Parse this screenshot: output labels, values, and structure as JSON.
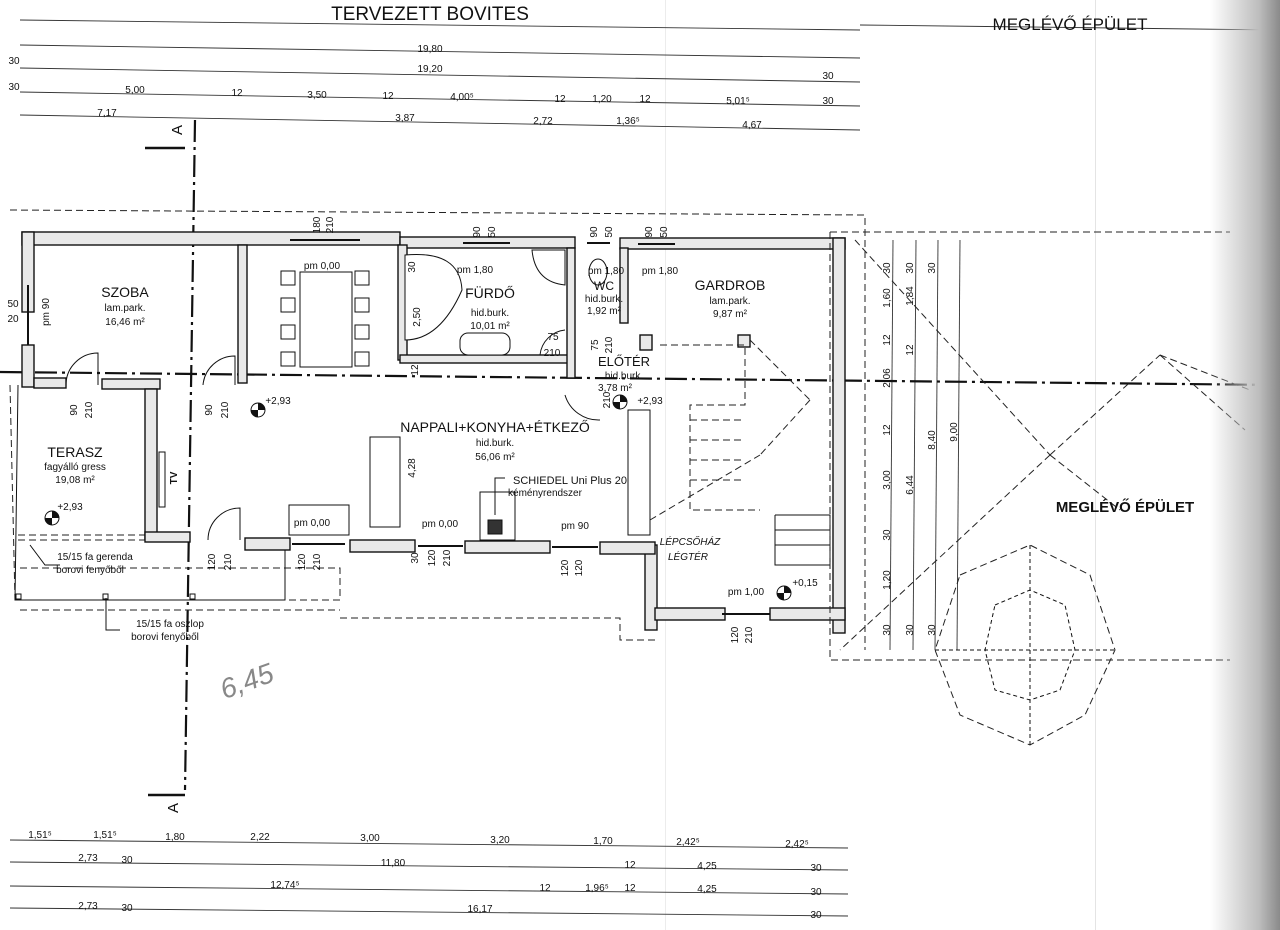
{
  "titles": {
    "planned_extension": "TERVEZETT BOVITES",
    "existing_building_top": "MEGLÉVŐ ÉPÜLET",
    "existing_building_right": "MEGLÉVŐ ÉPÜLET",
    "section_mark_top": "A",
    "section_mark_bottom": "A",
    "handwritten_note": "6,45"
  },
  "rooms": {
    "szoba": {
      "name": "SZOBA",
      "floor": "lam.park.",
      "area": "16,46 m²"
    },
    "furdo": {
      "name": "FÜRDŐ",
      "floor": "hid.burk.",
      "area": "10,01 m²"
    },
    "wc": {
      "name": "WC",
      "floor": "hid.burk.",
      "area": "1,92 m²"
    },
    "gardrob": {
      "name": "GARDROB",
      "floor": "lam.park.",
      "area": "9,87 m²"
    },
    "eloter": {
      "name": "ELŐTÉR",
      "floor": "hid.burk.",
      "area": "3,78 m²"
    },
    "nappali": {
      "name": "NAPPALI+KONYHA+ÉTKEZŐ",
      "floor": "hid.burk.",
      "area": "56,06 m²"
    },
    "terasz": {
      "name": "TERASZ",
      "floor": "fagyálló gress",
      "area": "19,08 m²"
    },
    "lepcsohaz": {
      "name": "LÉPCSŐHÁZ",
      "sub": "LÉGTÉR"
    }
  },
  "annotations": {
    "chimney": "SCHIEDEL Uni Plus 20",
    "chimney_sub": "kéményrendszer",
    "beam": "15/15 fa gerenda",
    "beam_sub": "borovi fenyőből",
    "column": "15/15 fa oszlop",
    "column_sub": "borovi fenyőből",
    "tv": "TV"
  },
  "levels": [
    "+2,93",
    "+2,93",
    "+2,93",
    "+0,15"
  ],
  "sills": [
    "pm 90",
    "pm 0,00",
    "pm 1,80",
    "pm 1,80",
    "pm 1,80",
    "pm 0,00",
    "pm 0,00",
    "pm 90",
    "pm 1,00"
  ],
  "openings": [
    "50",
    "20",
    "180",
    "210",
    "90",
    "50",
    "90",
    "50",
    "90",
    "50",
    "90",
    "210",
    "90",
    "210",
    "2,50",
    "30",
    "75",
    "210",
    "75",
    "210",
    "210",
    "12",
    "4,28",
    "120",
    "210",
    "120",
    "210",
    "30",
    "120",
    "210",
    "120",
    "120",
    "120",
    "210"
  ],
  "dims_top": {
    "row1": [
      "19,80"
    ],
    "row2": [
      "30",
      "19,20",
      "30"
    ],
    "row3": [
      "30",
      "5,00",
      "12",
      "3,50",
      "12",
      "4,00⁵",
      "12",
      "1,20",
      "12",
      "5,01⁵",
      "30"
    ],
    "row4": [
      "7,17",
      "3,87",
      "2,72",
      "1,36⁵",
      "4,67"
    ]
  },
  "dims_bottom": {
    "row1": [
      "1,51⁵",
      "1,51⁵",
      "1,80",
      "2,22",
      "3,00",
      "3,20",
      "1,70",
      "2,42⁵",
      "2,42⁵"
    ],
    "row2": [
      "2,73",
      "30",
      "11,80",
      "12",
      "4,25",
      "30"
    ],
    "row3": [
      "12,74⁵",
      "12",
      "1,96⁵",
      "12",
      "4,25",
      "30"
    ],
    "row4": [
      "2,73",
      "30",
      "16,17",
      "30"
    ]
  },
  "dims_right": {
    "col1": [
      "30",
      "1,60",
      "12",
      "2,06",
      "12",
      "3,00",
      "30",
      "1,20",
      "30"
    ],
    "col2": [
      "30",
      "1,84",
      "12",
      "6,44",
      "30"
    ],
    "col3": [
      "30",
      "8,40",
      "30"
    ],
    "col4": [
      "9,00"
    ]
  }
}
